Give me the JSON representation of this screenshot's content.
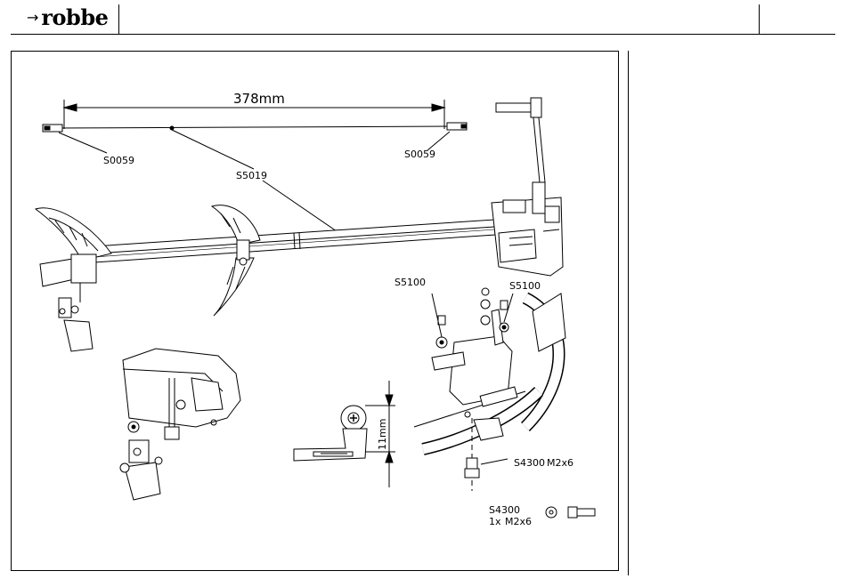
{
  "header": {
    "logo_text": "robbe"
  },
  "diagram": {
    "dimension_length": "378mm",
    "dimension_height": "11mm",
    "part_rod_end_left": "S0059",
    "part_rod_end_right": "S0059",
    "part_push_rod": "S5019",
    "part_ball_left": "S5100",
    "part_ball_right": "S5100",
    "part_screw": "S4300",
    "part_screw_size": "M2x6",
    "legend_code": "S4300",
    "legend_qty": "1x",
    "legend_size": "M2x6"
  }
}
